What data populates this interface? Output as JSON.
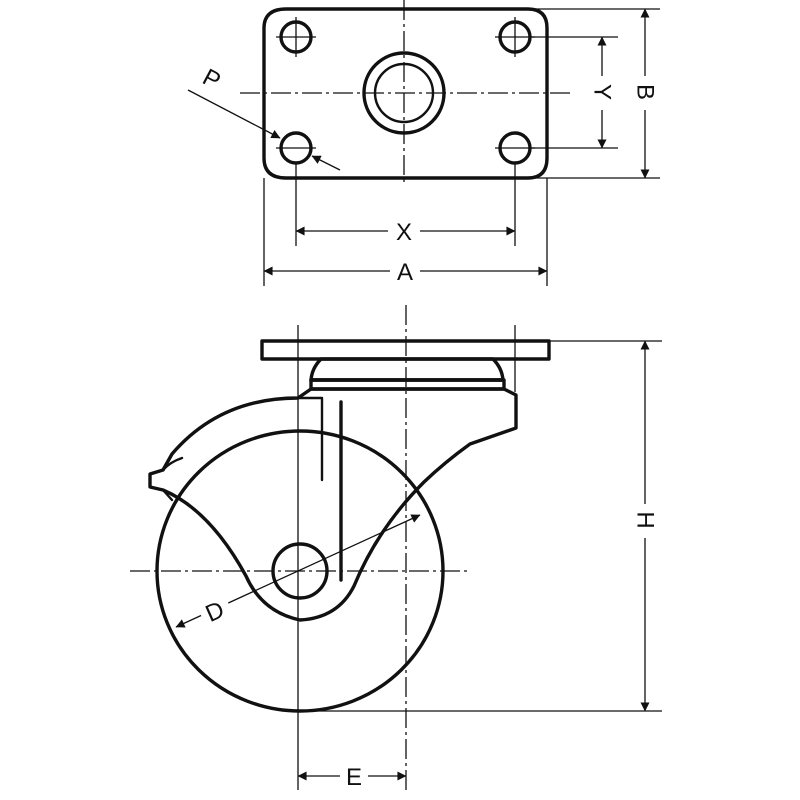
{
  "labels": {
    "A": "A",
    "B": "B",
    "X": "X",
    "Y": "Y",
    "P": "P",
    "H": "H",
    "D": "D",
    "E": "E"
  }
}
